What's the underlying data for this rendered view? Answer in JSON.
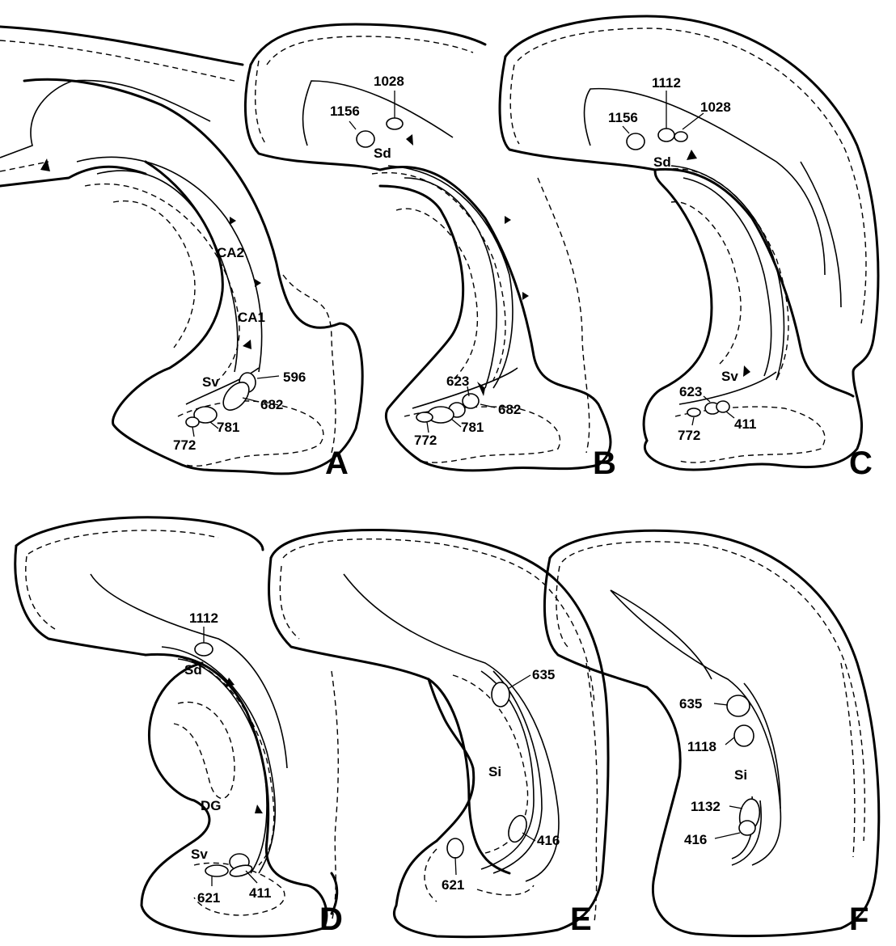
{
  "panels": {
    "A": {
      "letter": "A",
      "regions": [
        "CA2",
        "CA1",
        "Sv"
      ],
      "lesions": [
        "596",
        "682",
        "781",
        "772"
      ]
    },
    "B": {
      "letter": "B",
      "regions": [
        "Sd"
      ],
      "lesions": [
        "1028",
        "1156",
        "623",
        "682",
        "781",
        "772"
      ]
    },
    "C": {
      "letter": "C",
      "regions": [
        "Sd",
        "Sv"
      ],
      "lesions": [
        "1112",
        "1028",
        "1156",
        "623",
        "411",
        "772"
      ]
    },
    "D": {
      "letter": "D",
      "regions": [
        "Sd",
        "DG",
        "Sv"
      ],
      "lesions": [
        "1112",
        "621",
        "411"
      ]
    },
    "E": {
      "letter": "E",
      "regions": [
        "Si"
      ],
      "lesions": [
        "635",
        "416",
        "621"
      ]
    },
    "F": {
      "letter": "F",
      "regions": [
        "Si"
      ],
      "lesions": [
        "635",
        "1118",
        "1132",
        "416"
      ]
    }
  }
}
